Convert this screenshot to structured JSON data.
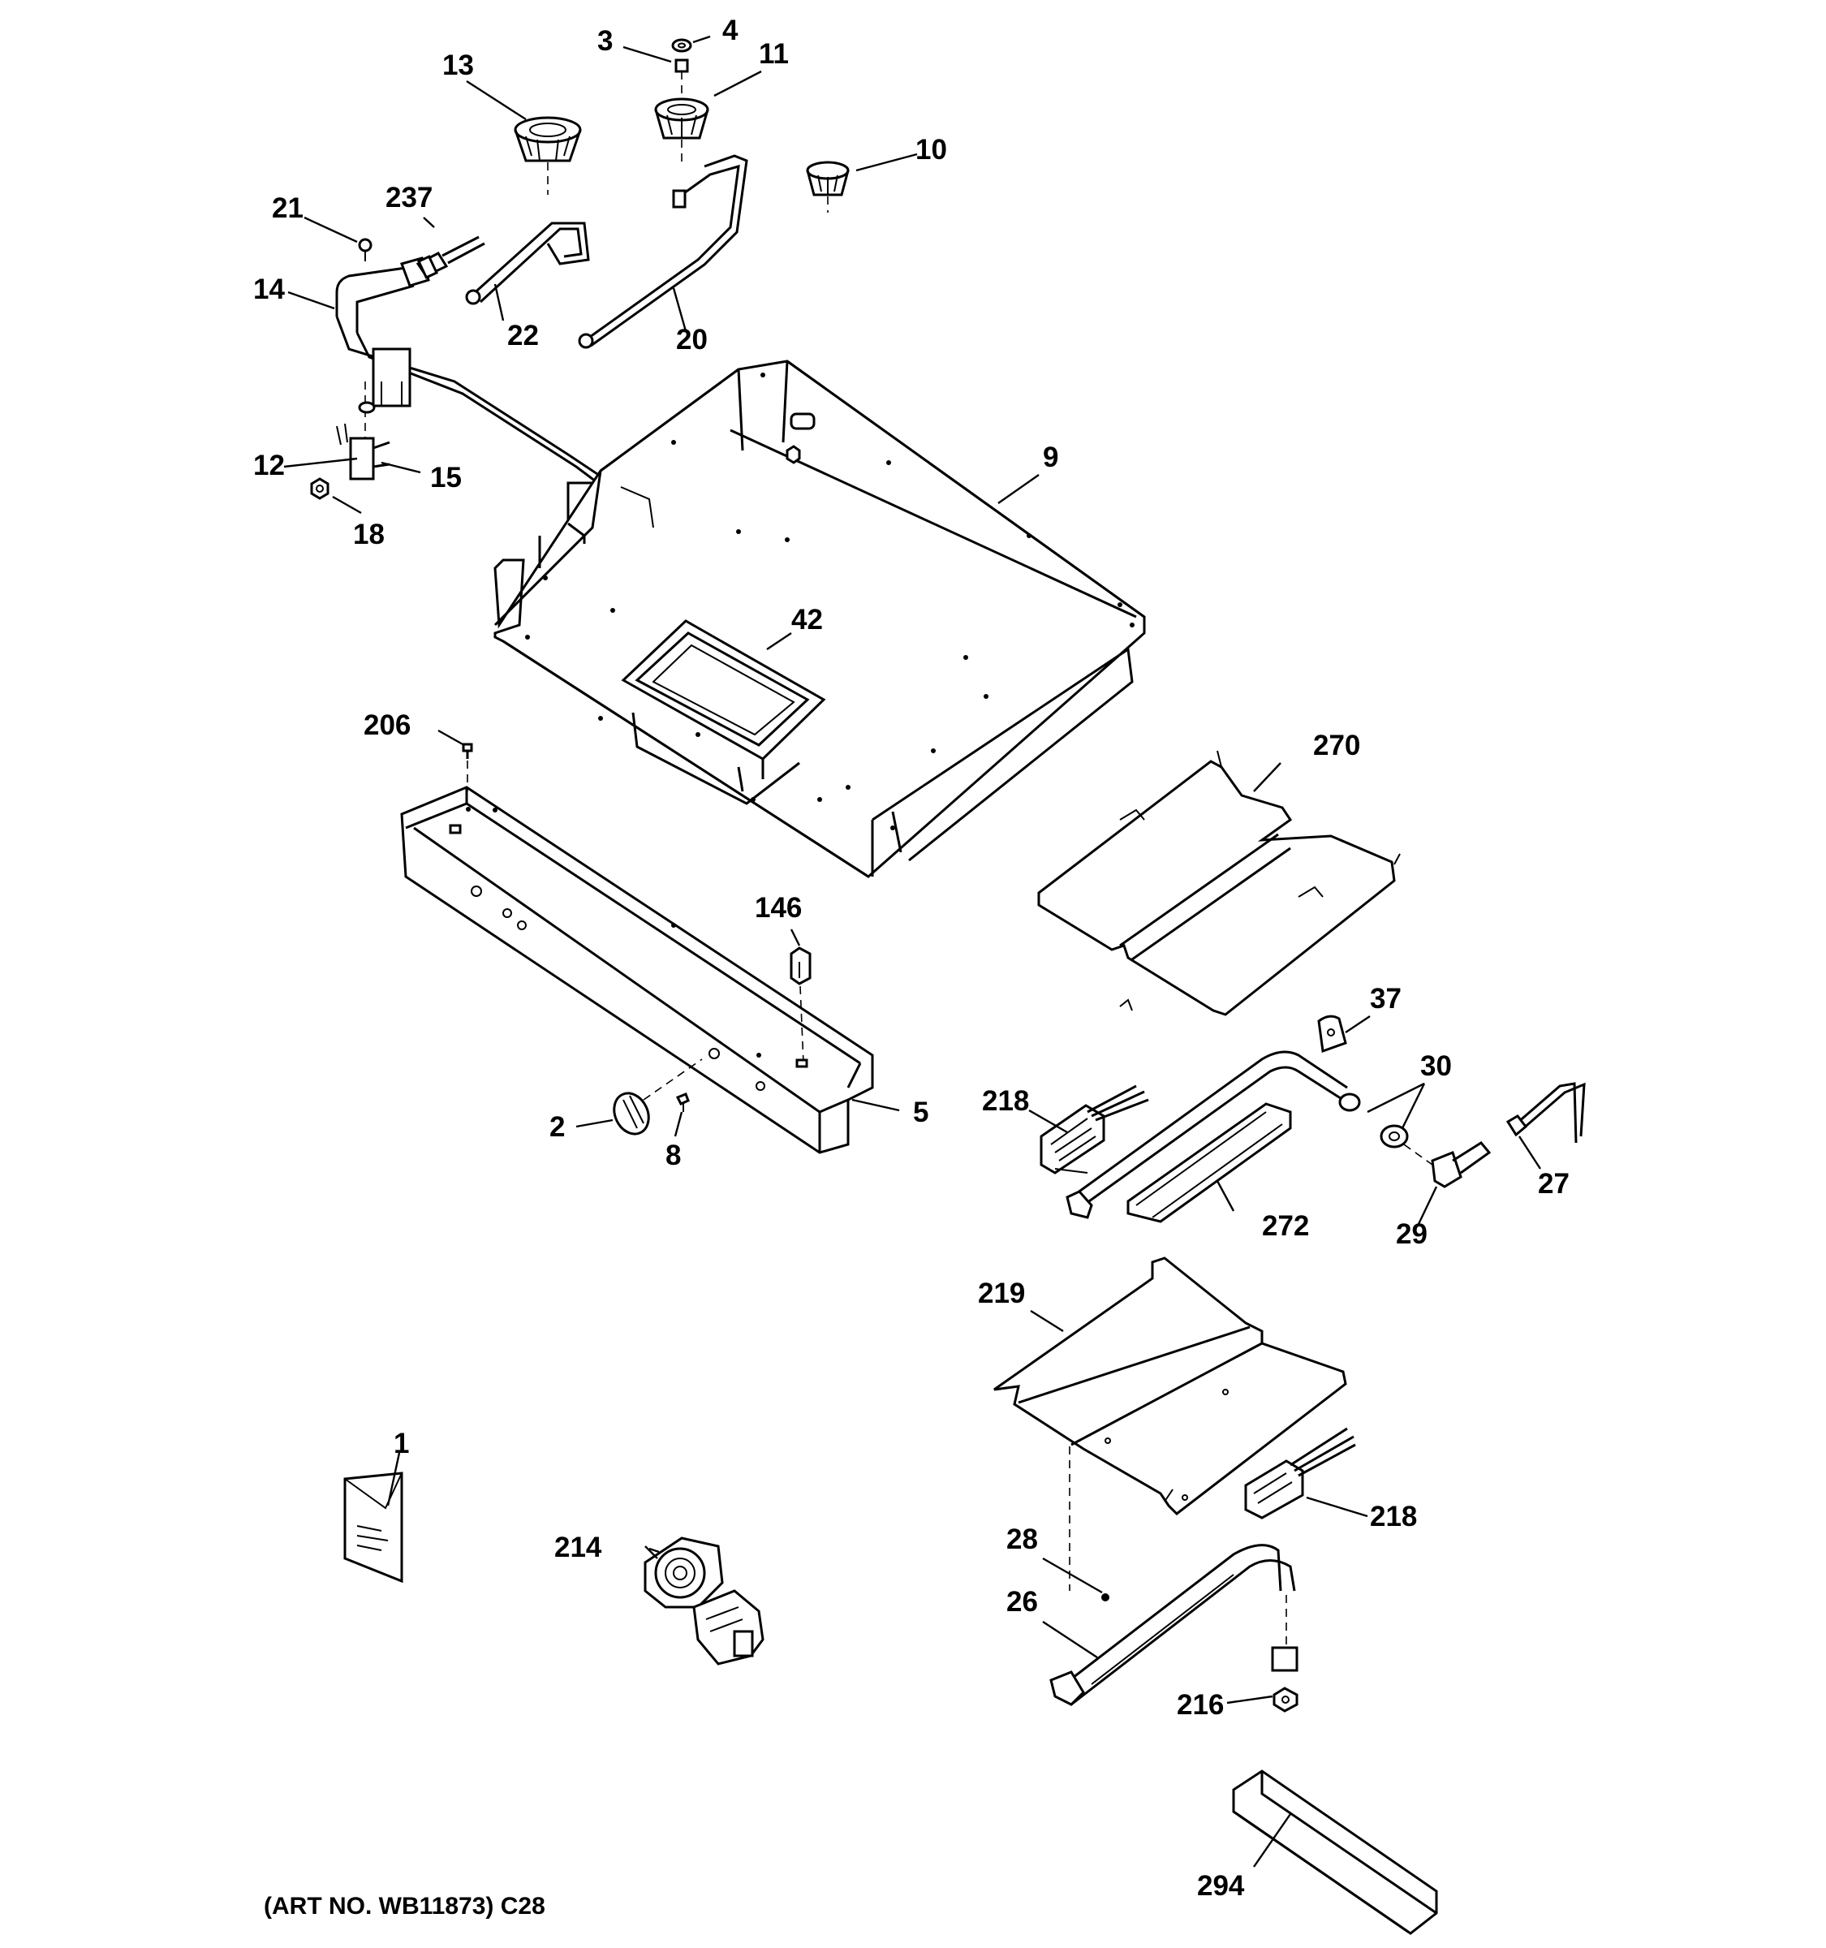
{
  "diagram": {
    "callouts": {
      "p1": "1",
      "p2": "2",
      "p3": "3",
      "p4": "4",
      "p5": "5",
      "p8": "8",
      "p9": "9",
      "p10": "10",
      "p11": "11",
      "p12": "12",
      "p13": "13",
      "p14": "14",
      "p15": "15",
      "p18": "18",
      "p20": "20",
      "p21": "21",
      "p22": "22",
      "p26": "26",
      "p27": "27",
      "p28": "28",
      "p29": "29",
      "p30": "30",
      "p37": "37",
      "p42": "42",
      "p146": "146",
      "p206": "206",
      "p214": "214",
      "p216": "216",
      "p218a": "218",
      "p218b": "218",
      "p219": "219",
      "p237": "237",
      "p270": "270",
      "p272": "272",
      "p294": "294"
    },
    "art_number": "(ART NO. WB11873) C28"
  }
}
